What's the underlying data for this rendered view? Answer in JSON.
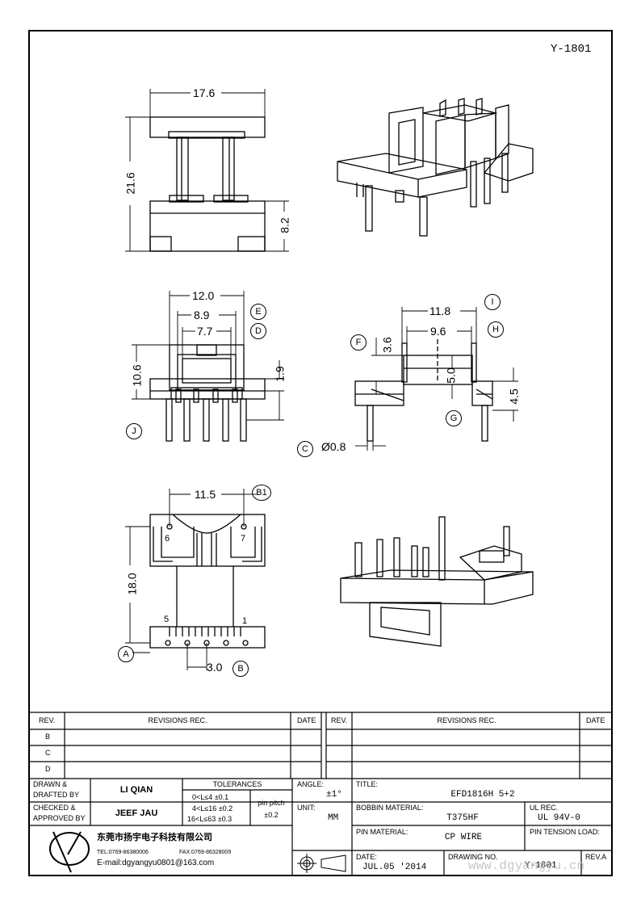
{
  "drawing_id": "Y-1801",
  "dims": {
    "width_top": "17.6",
    "height_total": "21.6",
    "height_base": "8.2",
    "w12": "12.0",
    "w89": "8.9",
    "w77": "7.7",
    "h106": "10.6",
    "h19": "1.9",
    "w118": "11.8",
    "w96": "9.6",
    "h36": "3.6",
    "h50": "5.0",
    "h45": "4.5",
    "pin_dia": "Ø0.8",
    "w115": "11.5",
    "h180": "18.0",
    "pitch": "3.0"
  },
  "markers": {
    "a": "A",
    "b": "B",
    "b1": "B1",
    "c": "C",
    "d": "D",
    "e": "E",
    "f": "F",
    "g": "G",
    "h": "H",
    "i": "I",
    "j": "J"
  },
  "pins": {
    "p5": "5",
    "p1": "1",
    "p6": "6",
    "p7": "7"
  },
  "revisions": {
    "rev_header": "REV.",
    "rec_header": "REVISIONS   REC.",
    "date_header": "DATE",
    "rows": [
      "B",
      "C",
      "D"
    ]
  },
  "title_block": {
    "drawn_label_1": "DRAWN &",
    "drawn_label_2": "DRAFTED BY",
    "drawn_by": "LI QIAN",
    "checked_label_1": "CHECKED &",
    "checked_label_2": "APPROVED BY",
    "checked_by": "JEEF JAU",
    "tolerances_label": "TOLERANCES",
    "tol1": "0<L≤4   ±0.1",
    "tol2": "4<L≤16  ±0.2",
    "tol3": "16<L≤63 ±0.3",
    "pin_pitch_label": "pin pitch",
    "pin_pitch_tol": "±0.2",
    "angle_label": "ANGLE:",
    "angle_value": "±1°",
    "unit_label": "UNIT:",
    "unit_value": "MM",
    "title_label": "TITLE:",
    "title_value": "EFD1816H  5+2",
    "bobbin_label": "BOBBIN MATERIAL:",
    "bobbin_value": "T375HF",
    "ul_label": "UL REC.",
    "ul_value": "UL 94V-0",
    "pin_mat_label": "PIN MATERIAL:",
    "pin_mat_value": "CP WIRE",
    "pin_tension_label": "PIN TENSION LOAD:",
    "date_label": "DATE:",
    "date_value": "JUL.05 '2014",
    "drawing_no_label": "DRAWING NO.",
    "drawing_no_value": "Y-1801",
    "rev_a_label": "REV.A",
    "company_cn": "东莞市扬宇电子科技有限公司",
    "tel": "TEL:0769-86380006",
    "fax": "FAX:0769-86328009",
    "email": "E-mail:dgyangyu0801@163.com",
    "watermark": "www.dgyangyu.cn"
  },
  "colors": {
    "line": "#000000",
    "watermark": "#c8c8c8"
  }
}
